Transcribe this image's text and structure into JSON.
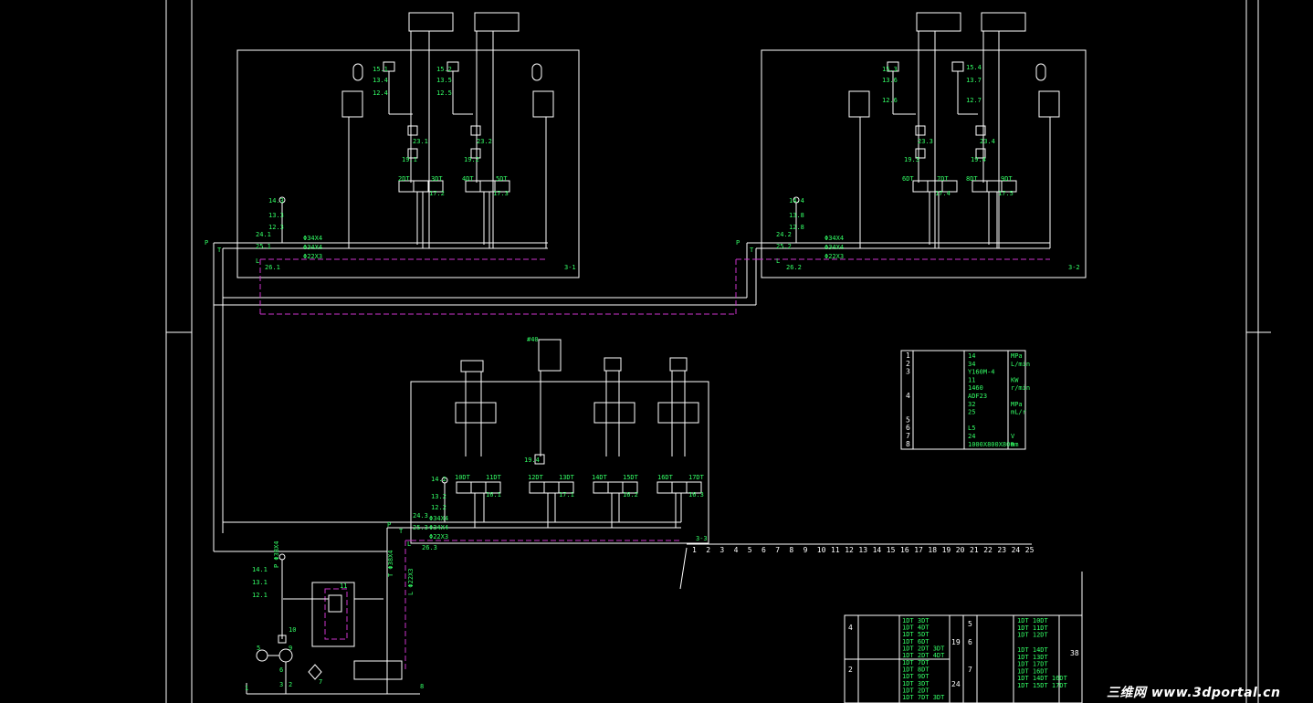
{
  "sections": [
    {
      "label": "3-1",
      "ports": [
        "P",
        "T",
        "L"
      ],
      "pipe_labels": [
        "Φ34X4",
        "Φ34X4",
        "Φ22X3"
      ]
    },
    {
      "label": "3-2",
      "ports": [
        "P",
        "T",
        "L"
      ],
      "pipe_labels": [
        "Φ34X4",
        "Φ34X4",
        "Φ22X3"
      ]
    },
    {
      "label": "3-3",
      "ports": [
        "P",
        "T",
        "L"
      ],
      "pipe_labels": [
        "Φ34X4",
        "Φ34X4",
        "Φ22X3"
      ]
    }
  ],
  "tags_top_left": [
    "15.1",
    "13.4",
    "12.4",
    "15.2",
    "13.5",
    "12.5",
    "23.1",
    "19.1",
    "23.2",
    "19.2",
    "2DT",
    "3DT",
    "4DT",
    "5DT",
    "17.2",
    "17.3",
    "14.3",
    "13.3",
    "12.3",
    "24.1",
    "25.1",
    "26.1"
  ],
  "tags_top_right": [
    "15.3",
    "13.6",
    "12.6",
    "15.4",
    "13.7",
    "12.7",
    "23.3",
    "19.3",
    "23.4",
    "19.4",
    "6DT",
    "7DT",
    "8DT",
    "9DT",
    "17.4",
    "17.5",
    "14.4",
    "13.8",
    "12.8",
    "24.2",
    "25.2",
    "26.2"
  ],
  "tags_bottom": [
    "10DT",
    "11DT",
    "12DT",
    "13DT",
    "14DT",
    "15DT",
    "16DT",
    "17DT",
    "16.1",
    "17.1",
    "16.2",
    "16.3",
    "14.2",
    "13.2",
    "12.2",
    "24.3",
    "25.3",
    "26.3",
    "19.4",
    "#40"
  ],
  "pump_tags": [
    "14.1",
    "13.1",
    "12.1",
    "10",
    "9",
    "5",
    "6",
    "3",
    "2",
    "1",
    "7",
    "8",
    "11"
  ],
  "pump_pipes": [
    "P Φ38X4",
    "T Φ38X4",
    "L Φ22X3"
  ],
  "number_row": [
    "1",
    "2",
    "3",
    "4",
    "5",
    "6",
    "7",
    "8",
    "9",
    "10",
    "11",
    "12",
    "13",
    "14",
    "15",
    "16",
    "17",
    "18",
    "19",
    "20",
    "21",
    "22",
    "23",
    "24",
    "25"
  ],
  "spec_table": {
    "rows": [
      {
        "no": "1",
        "value": "14",
        "unit": "MPa"
      },
      {
        "no": "2",
        "value": "34",
        "unit": "L/min"
      },
      {
        "no": "3",
        "value": "Y160M-4",
        "unit": ""
      },
      {
        "no": "",
        "value": "11",
        "unit": "KW"
      },
      {
        "no": "",
        "value": "1460",
        "unit": "r/min"
      },
      {
        "no": "4",
        "value": "ADF23",
        "unit": ""
      },
      {
        "no": "",
        "value": "32",
        "unit": "MPa"
      },
      {
        "no": "",
        "value": "25",
        "unit": "mL/r"
      },
      {
        "no": "5",
        "value": "",
        "unit": ""
      },
      {
        "no": "6",
        "value": "L5",
        "unit": ""
      },
      {
        "no": "7",
        "value": "24",
        "unit": "V"
      },
      {
        "no": "8",
        "value": "1000X800X800",
        "unit": "mm"
      }
    ]
  },
  "solenoid_table": {
    "left_groups": [
      {
        "no": "4",
        "rows": [
          "1DT  3DT",
          "1DT  4DT",
          "1DT  5DT",
          "1DT  6DT",
          "1DT  2DT 3DT",
          "1DT  2DT 4DT"
        ]
      },
      {
        "no": "2",
        "rows": [
          "1DT  7DT",
          "1DT  8DT",
          "1DT  9DT",
          "1DT  3DT",
          "1DT  2DT",
          "1DT  7DT 3DT"
        ]
      }
    ],
    "mid_labels": [
      "19",
      "24"
    ],
    "right_groups": [
      {
        "no": "5",
        "rows": [
          "1DT  10DT",
          "1DT  11DT",
          "1DT  12DT"
        ]
      },
      {
        "no": "6",
        "rows": []
      },
      {
        "no": "7",
        "rows": [
          "1DT  14DT",
          "1DT  13DT",
          "1DT  17DT",
          "1DT  16DT",
          "1DT  14DT 16DT",
          "1DT  15DT 17DT"
        ]
      }
    ],
    "right_label": "38"
  },
  "watermark": "三维网 www.3dportal.cn"
}
